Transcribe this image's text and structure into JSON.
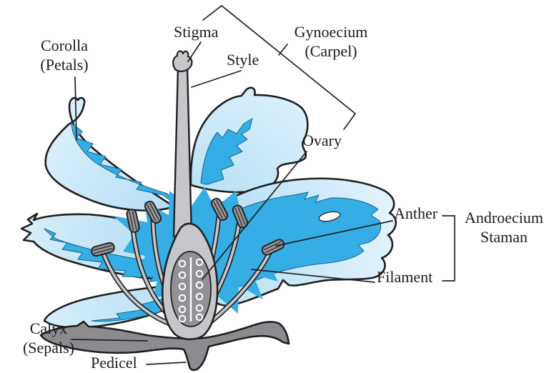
{
  "figure": {
    "type": "labeled-biology-diagram",
    "subject": "Longitudinal section of a flower with labeled parts",
    "background": "#ffffff"
  },
  "labels": {
    "corolla": {
      "line1": "Corolla",
      "line2": "(Petals)"
    },
    "stigma": {
      "text": "Stigma"
    },
    "style": {
      "text": "Style"
    },
    "gynoecium": {
      "line1": "Gynoecium",
      "line2": "(Carpel)"
    },
    "ovary": {
      "text": "Ovary"
    },
    "anther": {
      "text": "Anther"
    },
    "androecium": {
      "line1": "Androecium",
      "line2": "Staman"
    },
    "filament": {
      "text": "Filament"
    },
    "calyx": {
      "line1": "Calyx",
      "line2": "(Sepals)"
    },
    "pedicel": {
      "text": "Pedicel"
    }
  },
  "colors": {
    "petal_light_edge": "#ecf7fd",
    "petal_light_core": "#b9e2f6",
    "petal_streak": "#35aee5",
    "outline": "#1f1f1f",
    "pistil_gray": "#c7c7cb",
    "ovary_inner_gray": "#919196",
    "anther_gray": "#97979c",
    "calyx_gray": "#8b8b90",
    "label_text": "#1c1c1c"
  }
}
